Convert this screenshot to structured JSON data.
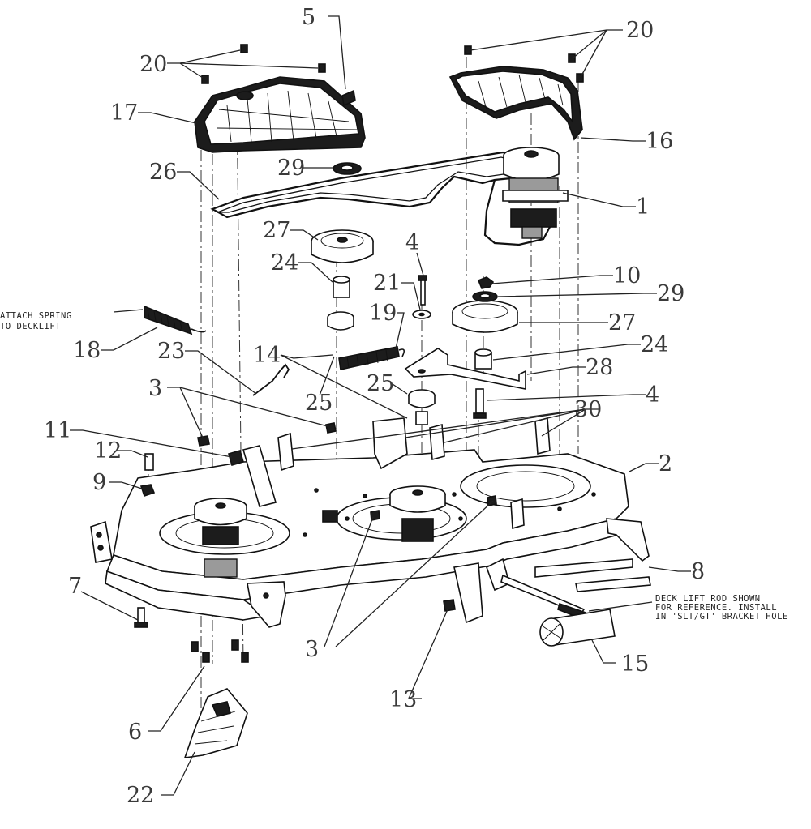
{
  "callouts": {
    "c1": "1",
    "c2": "2",
    "c3a": "3",
    "c3b": "3",
    "c4a": "4",
    "c4b": "4",
    "c5": "5",
    "c6": "6",
    "c7": "7",
    "c8": "8",
    "c9": "9",
    "c10": "10",
    "c11": "11",
    "c12": "12",
    "c13": "13",
    "c14": "14",
    "c15": "15",
    "c16": "16",
    "c17": "17",
    "c18": "18",
    "c19": "19",
    "c20a": "20",
    "c20b": "20",
    "c21": "21",
    "c22": "22",
    "c23": "23",
    "c24a": "24",
    "c24b": "24",
    "c25a": "25",
    "c25b": "25",
    "c26": "26",
    "c27a": "27",
    "c27b": "27",
    "c28": "28",
    "c29a": "29",
    "c29b": "29",
    "c30": "30"
  },
  "notes": {
    "spring_line1": "ATTACH SPRING",
    "spring_line2": "TO DECKLIFT",
    "lift_line1": "DECK LIFT ROD SHOWN",
    "lift_line2": "FOR REFERENCE. INSTALL",
    "lift_line3": "IN 'SLT/GT' BRACKET HOLE"
  }
}
